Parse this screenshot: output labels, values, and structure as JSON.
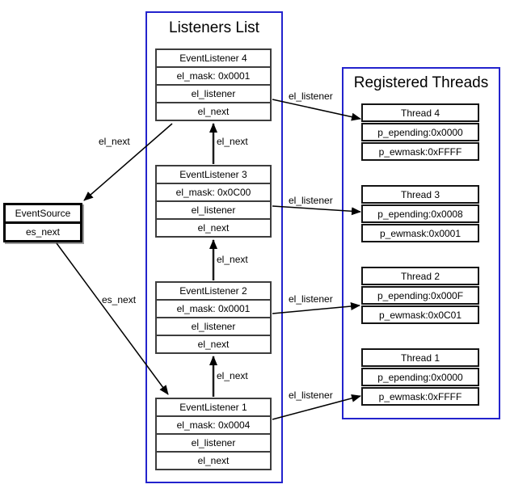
{
  "listeners_list": {
    "title": "Listeners List",
    "items": [
      {
        "title": "EventListener 4",
        "mask": "el_mask: 0x0001",
        "listener": "el_listener",
        "next": "el_next"
      },
      {
        "title": "EventListener 3",
        "mask": "el_mask: 0x0C00",
        "listener": "el_listener",
        "next": "el_next"
      },
      {
        "title": "EventListener 2",
        "mask": "el_mask: 0x0001",
        "listener": "el_listener",
        "next": "el_next"
      },
      {
        "title": "EventListener 1",
        "mask": "el_mask: 0x0004",
        "listener": "el_listener",
        "next": "el_next"
      }
    ]
  },
  "registered_threads": {
    "title": "Registered Threads",
    "items": [
      {
        "title": "Thread 4",
        "epending": "p_epending:0x0000",
        "ewmask": "p_ewmask:0xFFFF"
      },
      {
        "title": "Thread 3",
        "epending": "p_epending:0x0008",
        "ewmask": "p_ewmask:0x0001"
      },
      {
        "title": "Thread 2",
        "epending": "p_epending:0x000F",
        "ewmask": "p_ewmask:0x0C01"
      },
      {
        "title": "Thread 1",
        "epending": "p_epending:0x0000",
        "ewmask": "p_ewmask:0xFFFF"
      }
    ]
  },
  "event_source": {
    "title": "EventSource",
    "next": "es_next"
  },
  "arrow_labels": {
    "el_next": "el_next",
    "es_next": "es_next",
    "el_listener": "el_listener"
  },
  "colors": {
    "container_border": "#2323cd",
    "listener_box_border": "#3d3d3d",
    "thread_box_border": "#141414",
    "event_source_border": "#000000",
    "arrow": "#000000",
    "background": "#ffffff"
  }
}
